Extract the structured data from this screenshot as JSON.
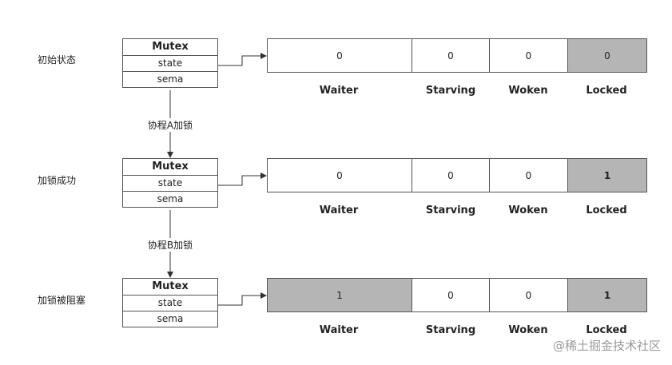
{
  "stages": [
    {
      "label": "初始状态",
      "mutex": {
        "title": "Mutex",
        "fields": [
          "state",
          "sema"
        ]
      },
      "state_bits": [
        {
          "field": "Waiter",
          "value": "0",
          "highlighted": false
        },
        {
          "field": "Starving",
          "value": "0",
          "highlighted": false
        },
        {
          "field": "Woken",
          "value": "0",
          "highlighted": false
        },
        {
          "field": "Locked",
          "value": "0",
          "highlighted": true
        }
      ]
    },
    {
      "label": "加锁成功",
      "mutex": {
        "title": "Mutex",
        "fields": [
          "state",
          "sema"
        ]
      },
      "state_bits": [
        {
          "field": "Waiter",
          "value": "0",
          "highlighted": false
        },
        {
          "field": "Starving",
          "value": "0",
          "highlighted": false
        },
        {
          "field": "Woken",
          "value": "0",
          "highlighted": false
        },
        {
          "field": "Locked",
          "value": "1",
          "highlighted": true
        }
      ]
    },
    {
      "label": "加锁被阻塞",
      "mutex": {
        "title": "Mutex",
        "fields": [
          "state",
          "sema"
        ]
      },
      "state_bits": [
        {
          "field": "Waiter",
          "value": "1",
          "highlighted": true
        },
        {
          "field": "Starving",
          "value": "0",
          "highlighted": false
        },
        {
          "field": "Woken",
          "value": "0",
          "highlighted": false
        },
        {
          "field": "Locked",
          "value": "1",
          "highlighted": true
        }
      ]
    }
  ],
  "transitions": [
    "协程A加锁",
    "协程B加锁"
  ],
  "watermark": "@稀土掘金技术社区"
}
